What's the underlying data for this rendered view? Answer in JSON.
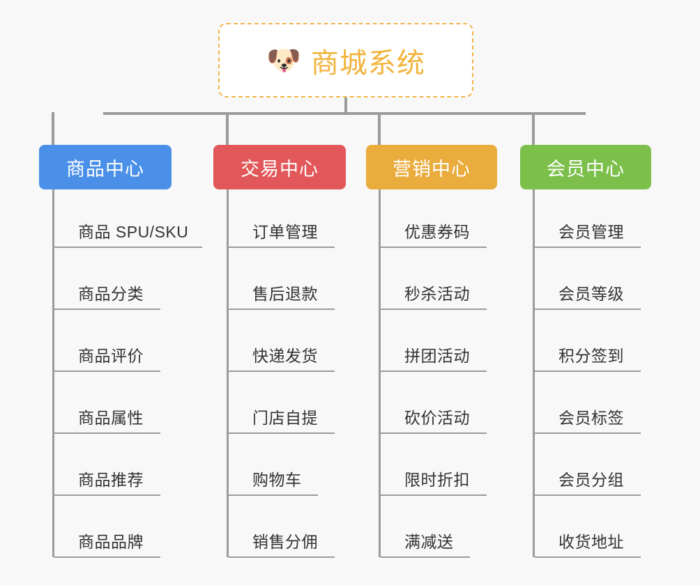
{
  "background_color": "#f8f8f8",
  "root": {
    "icon": "shiba-dog-face-emoji",
    "emoji": "🐶",
    "title": "商城系统",
    "title_color": "#f2b43c",
    "border_color": "#f0b54a",
    "border_style": "dashed",
    "background": "#ffffff"
  },
  "groups": [
    {
      "label": "商品中心",
      "color": "#4a90e8",
      "items": [
        {
          "label": "商品 SPU/SKU",
          "underline_width": 212
        },
        {
          "label": "商品分类",
          "underline_width": 152
        },
        {
          "label": "商品评价",
          "underline_width": 152
        },
        {
          "label": "商品属性",
          "underline_width": 152
        },
        {
          "label": "商品推荐",
          "underline_width": 152
        },
        {
          "label": "商品品牌",
          "underline_width": 152
        }
      ]
    },
    {
      "label": "交易中心",
      "color": "#e2585a",
      "items": [
        {
          "label": "订单管理",
          "underline_width": 152
        },
        {
          "label": "售后退款",
          "underline_width": 152
        },
        {
          "label": "快递发货",
          "underline_width": 152
        },
        {
          "label": "门店自提",
          "underline_width": 152
        },
        {
          "label": "购物车",
          "underline_width": 128
        },
        {
          "label": "销售分佣",
          "underline_width": 152
        }
      ]
    },
    {
      "label": "营销中心",
      "color": "#eaac3c",
      "items": [
        {
          "label": "优惠券码",
          "underline_width": 152
        },
        {
          "label": "秒杀活动",
          "underline_width": 152
        },
        {
          "label": "拼团活动",
          "underline_width": 152
        },
        {
          "label": "砍价活动",
          "underline_width": 152
        },
        {
          "label": "限时折扣",
          "underline_width": 152
        },
        {
          "label": "满减送",
          "underline_width": 128
        }
      ]
    },
    {
      "label": "会员中心",
      "color": "#7cc04b",
      "items": [
        {
          "label": "会员管理",
          "underline_width": 152
        },
        {
          "label": "会员等级",
          "underline_width": 152
        },
        {
          "label": "积分签到",
          "underline_width": 152
        },
        {
          "label": "会员标签",
          "underline_width": 152
        },
        {
          "label": "会员分组",
          "underline_width": 152
        },
        {
          "label": "收货地址",
          "underline_width": 152
        }
      ]
    }
  ],
  "layout": {
    "connector_color": "#9b9b9b",
    "group_left": [
      56,
      306,
      525,
      746
    ],
    "group_width": [
      190,
      190,
      188,
      188
    ],
    "spine_left": [
      75,
      325,
      543,
      764
    ],
    "item_underline_y": [
      82,
      171,
      260,
      349,
      438,
      527
    ]
  }
}
